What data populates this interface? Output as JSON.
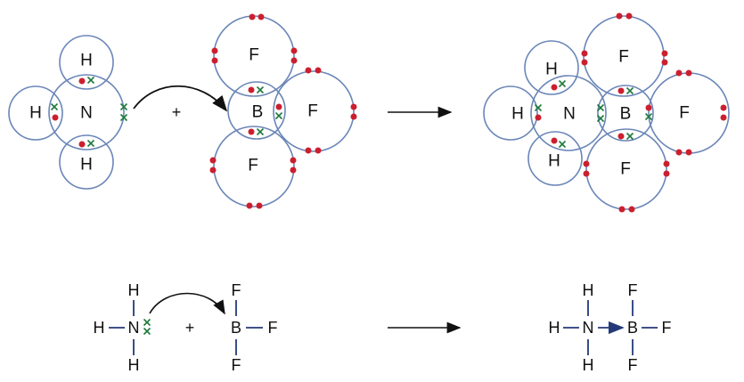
{
  "colors": {
    "shell": "#6a86b8",
    "electron_dot": "#cc1f2e",
    "electron_cross": "#1e7a3a",
    "bond": "#243a78",
    "arrow": "#111111"
  },
  "reactants_dot_cross": {
    "ammonia": {
      "center": "N",
      "top": "H",
      "left": "H",
      "bottom": "H"
    },
    "plus": "+",
    "boron_trifluoride": {
      "center": "B",
      "top": "F",
      "right": "F",
      "bottom": "F"
    }
  },
  "product_dot_cross": {
    "n": "N",
    "b": "B",
    "h_top": "H",
    "h_left": "H",
    "h_bottom": "H",
    "f_top": "F",
    "f_right": "F",
    "f_bottom": "F"
  },
  "structural": {
    "reactant_nh3": {
      "n": "N",
      "h_top": "H",
      "h_left": "H",
      "h_bottom": "H"
    },
    "plus": "+",
    "reactant_bf3": {
      "b": "B",
      "f_top": "F",
      "f_right": "F",
      "f_bottom": "F"
    },
    "product": {
      "n": "N",
      "b": "B",
      "h_top": "H",
      "h_left": "H",
      "h_bottom": "H",
      "f_top": "F",
      "f_right": "F",
      "f_bottom": "F"
    }
  }
}
